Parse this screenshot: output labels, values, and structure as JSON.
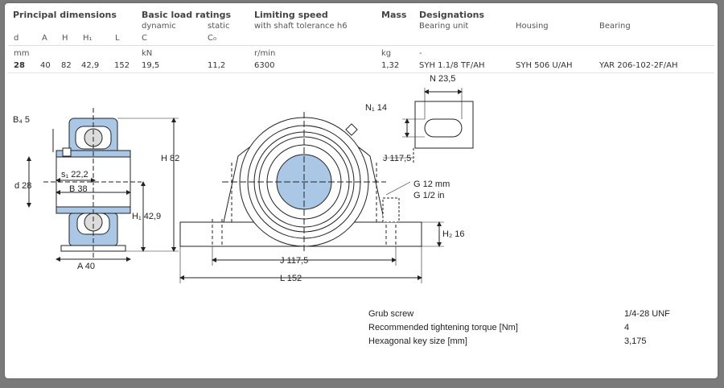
{
  "table": {
    "group_headers": {
      "principal": "Principal dimensions",
      "load": "Basic load ratings",
      "speed": "Limiting speed",
      "mass": "Mass",
      "designations": "Designations"
    },
    "sub_headers": {
      "dynamic": "dynamic",
      "static": "static",
      "speed_note": "with shaft tolerance h6",
      "bearing_unit": "Bearing unit",
      "housing": "Housing",
      "bearing": "Bearing"
    },
    "symbols": {
      "d": "d",
      "A": "A",
      "H": "H",
      "H1": "H₁",
      "L": "L",
      "C": "C",
      "C0": "C₀"
    },
    "units": {
      "mm": "mm",
      "kn": "kN",
      "rpm": "r/min",
      "kg": "kg",
      "dash": "-"
    },
    "row": {
      "d": "28",
      "A": "40",
      "H": "82",
      "H1": "42,9",
      "L": "152",
      "C": "19,5",
      "C0": "11,2",
      "speed": "6300",
      "mass": "1,32",
      "bearing_unit": "SYH 1.1/8 TF/AH",
      "housing": "SYH 506 U/AH",
      "bearing": "YAR 206-102-2F/AH"
    }
  },
  "drawing": {
    "labels": {
      "b4": "B₄ 5",
      "s1": "s₁ 22,2",
      "b": "B 38",
      "d": "d 28",
      "a": "A 40",
      "h": "H 82",
      "h1": "H₁ 42,9",
      "n": "N 23,5",
      "n1": "N₁ 14",
      "j_top": "J 117,5",
      "g_mm": "G 12 mm",
      "g_in": "G 1/2 in",
      "h2": "H₂ 16",
      "j_bottom": "J 117,5",
      "l": "L 152"
    }
  },
  "grub_screw": {
    "rows": [
      {
        "label": "Grub screw",
        "value": "1/4-28 UNF"
      },
      {
        "label": "Recommended tightening torque [Nm]",
        "value": "4"
      },
      {
        "label": "Hexagonal key size [mm]",
        "value": "3,175"
      }
    ]
  },
  "colors": {
    "bearing_blue": "#aac8e6",
    "line": "#222222"
  }
}
